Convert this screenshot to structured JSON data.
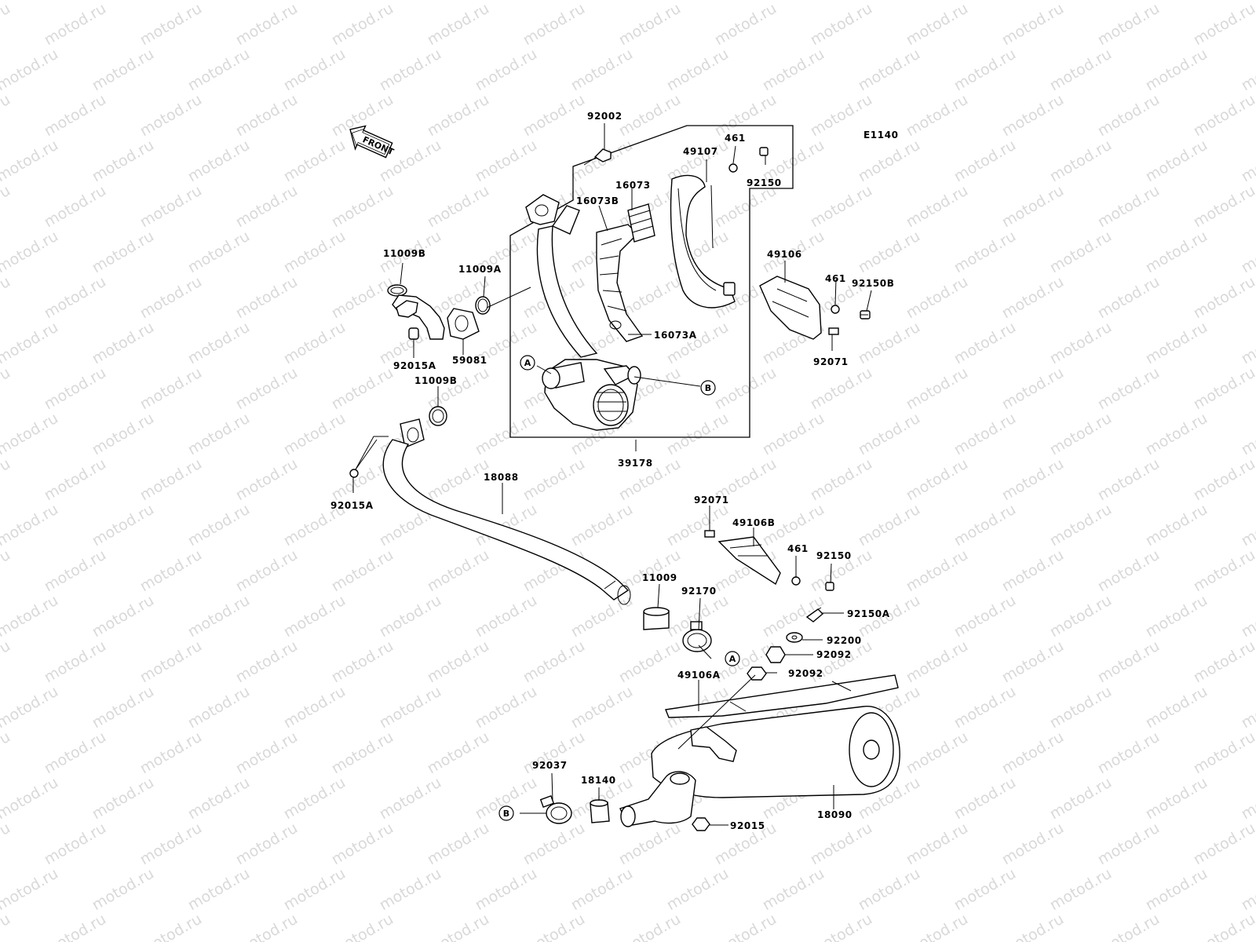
{
  "diagram_code": "E1140",
  "front_label": "FRONT",
  "watermark": "motod.ru",
  "ref_markers": {
    "a": "A",
    "b": "B"
  },
  "labels": {
    "p92002": "92002",
    "p49107": "49107",
    "p461_top": "461",
    "p92150_top": "92150",
    "p16073": "16073",
    "p16073B": "16073B",
    "p11009B_top": "11009B",
    "p11009A": "11009A",
    "p49106": "49106",
    "p461_mid": "461",
    "p92150B": "92150B",
    "p16073A": "16073A",
    "p92071_top": "92071",
    "p92015A_top": "92015A",
    "p59081": "59081",
    "p11009B_mid": "11009B",
    "p39178": "39178",
    "p18088": "18088",
    "p92015A_bot": "92015A",
    "p92071_mid": "92071",
    "p49106B": "49106B",
    "p461_low": "461",
    "p92150_low": "92150",
    "p11009": "11009",
    "p92170": "92170",
    "p92150A": "92150A",
    "p92200": "92200",
    "p92092_a": "92092",
    "p92092_b": "92092",
    "p49106A": "49106A",
    "p92037": "92037",
    "p18140": "18140",
    "p92015": "92015",
    "p18090": "18090"
  }
}
